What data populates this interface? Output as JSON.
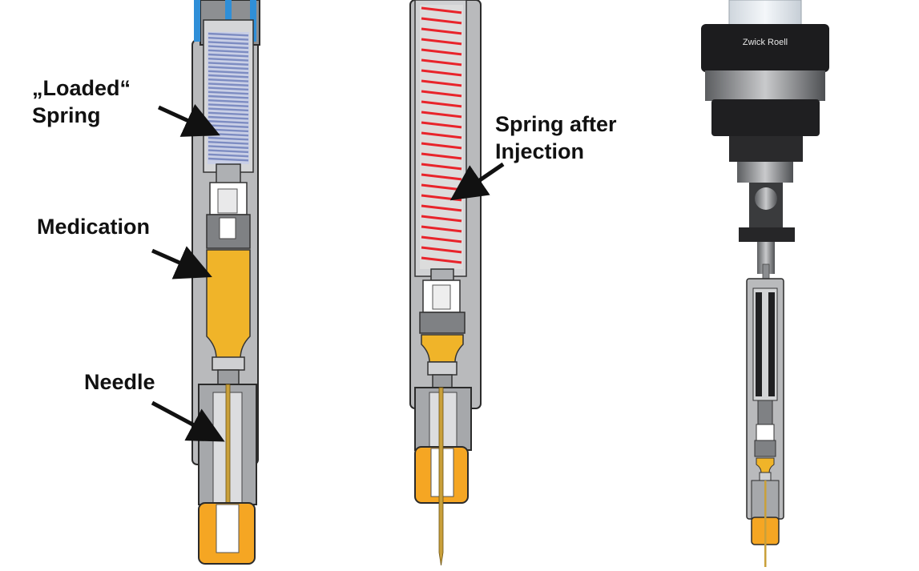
{
  "labels": {
    "loaded_spring_line1": "„Loaded“",
    "loaded_spring_line2": "Spring",
    "medication": "Medication",
    "needle": "Needle",
    "spring_after_line1": "Spring after",
    "spring_after_line2": "Injection"
  },
  "machine": {
    "brand": "Zwick Roell"
  },
  "colors": {
    "housing": "#8a8c8f",
    "housing_light": "#c8c9cb",
    "loaded_spring": "#a8b3d8",
    "released_spring": "#e8242b",
    "medication": "#f0b429",
    "needle_cap": "#f5a623",
    "blue_top": "#2f8fd8",
    "machine_dark": "#1c1c1e"
  }
}
